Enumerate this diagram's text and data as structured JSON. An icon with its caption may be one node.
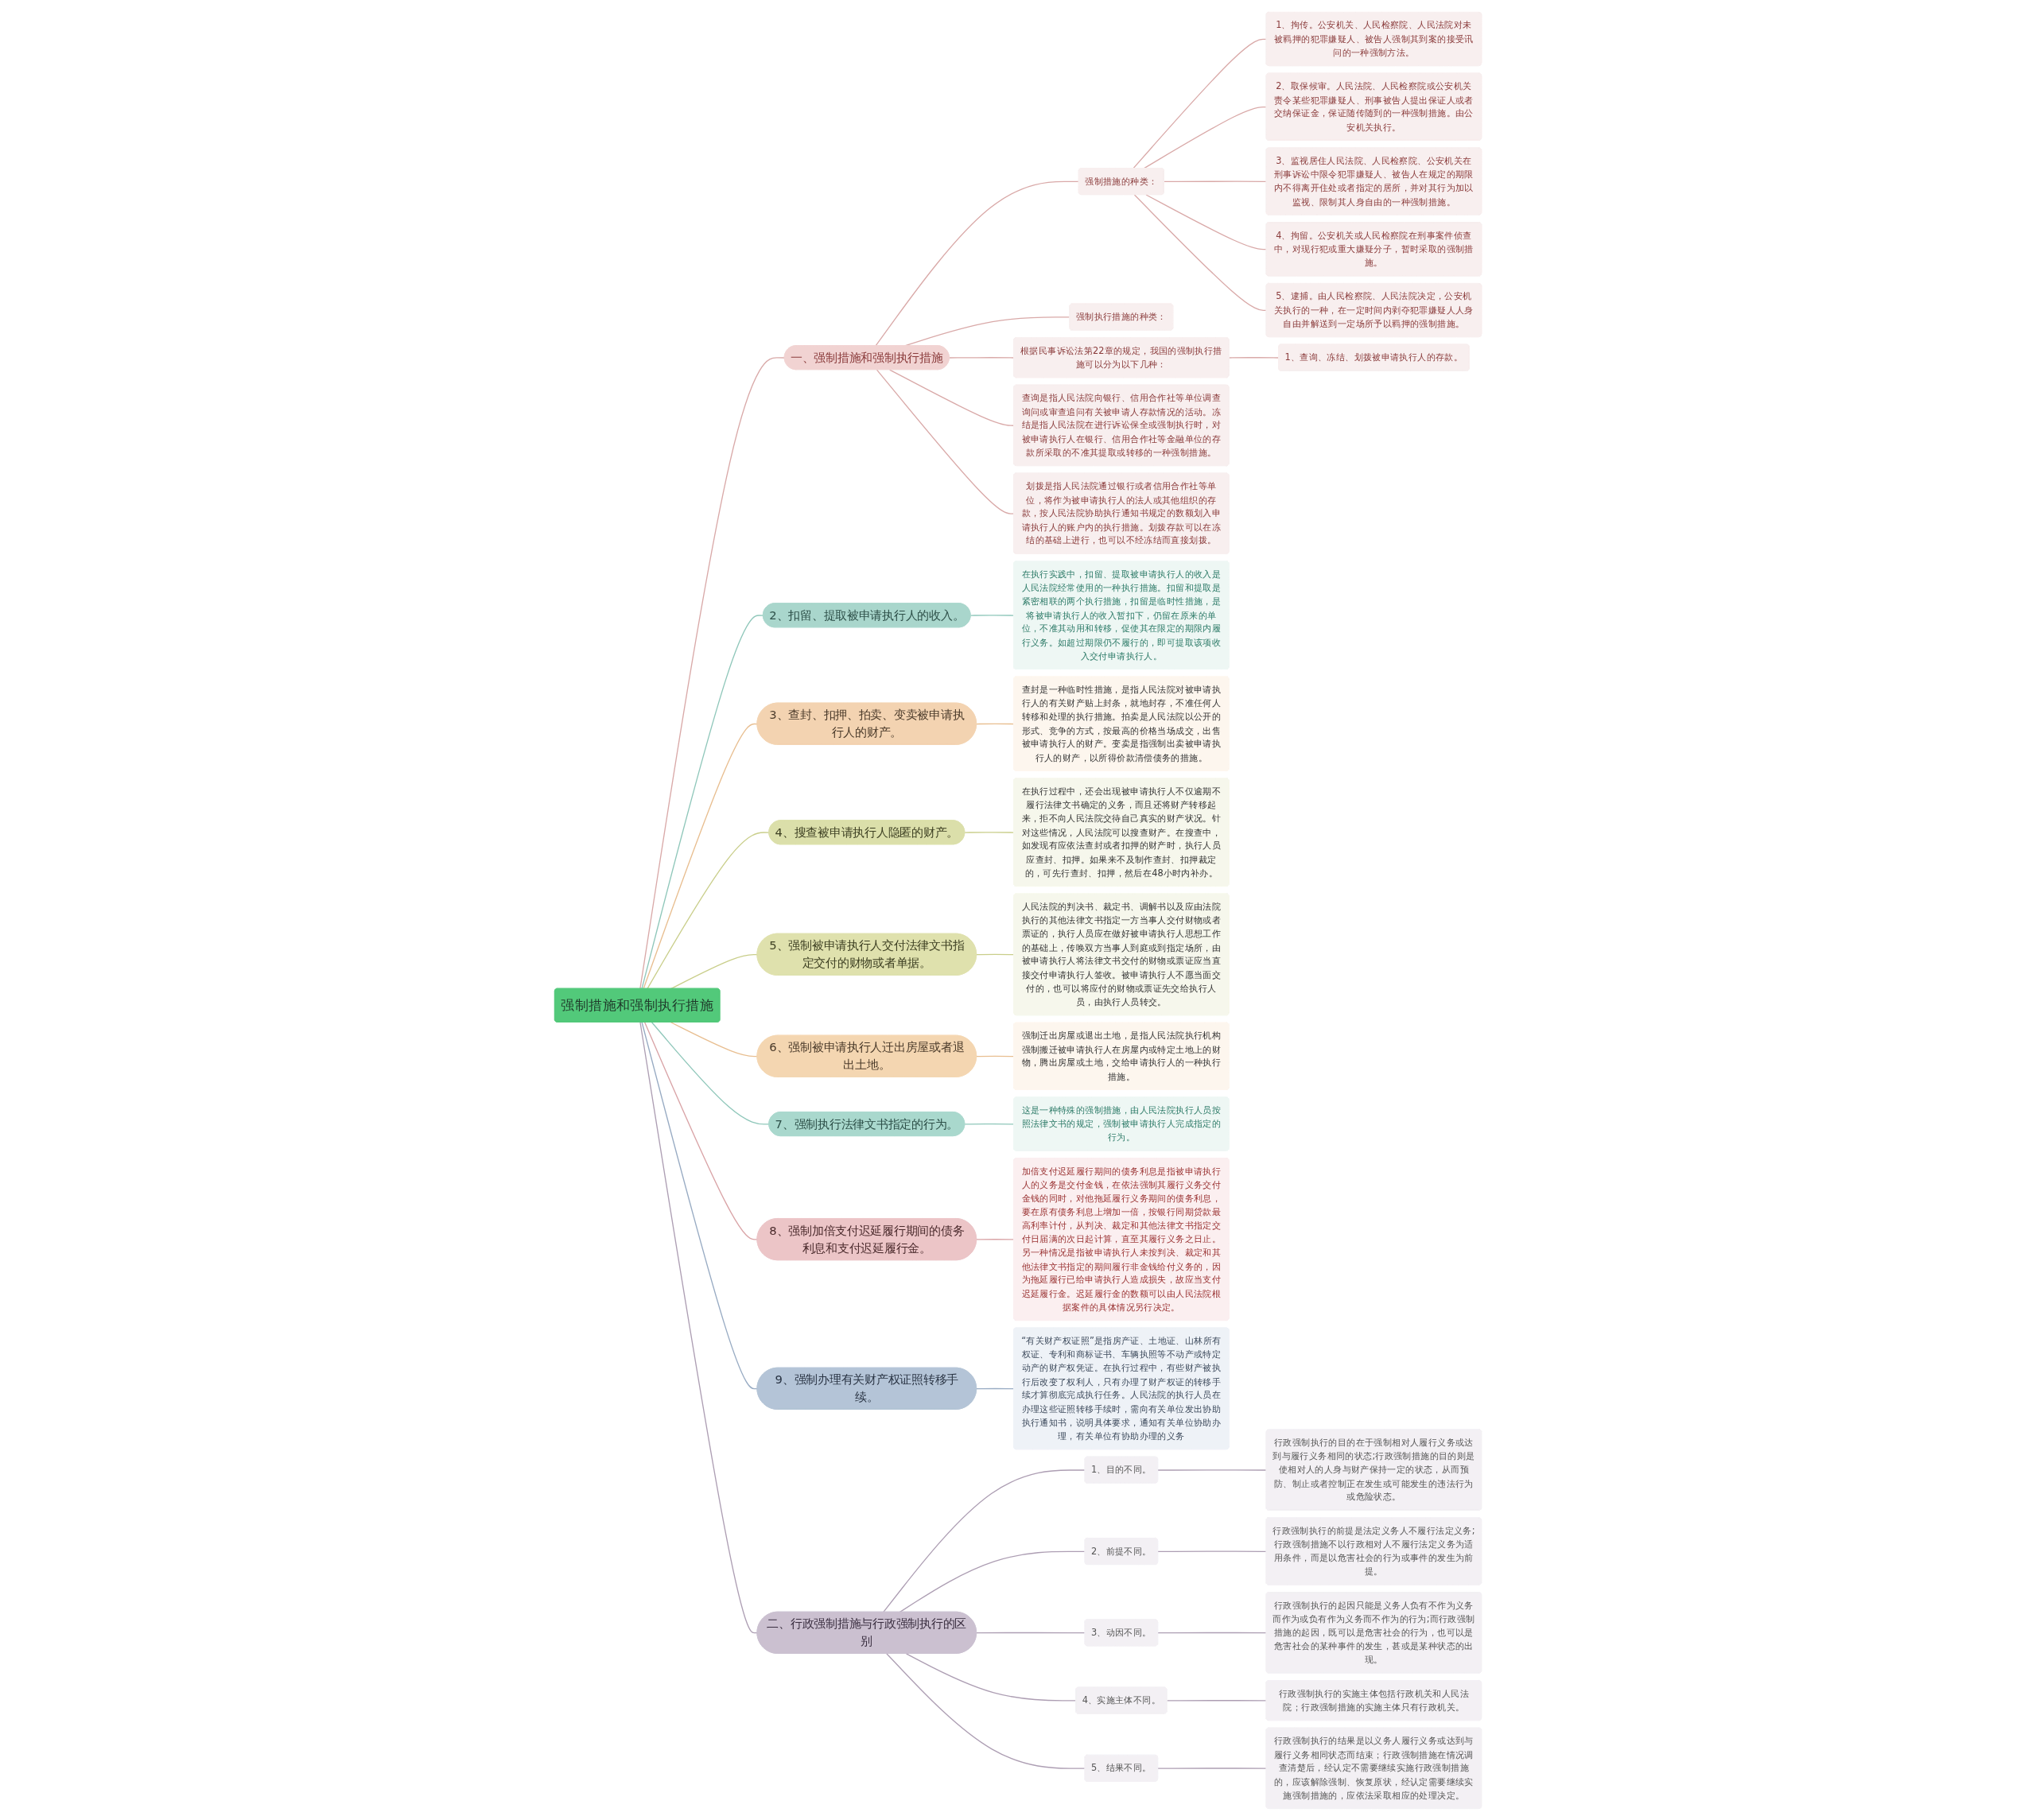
{
  "diagram": {
    "nodes": [
      {
        "text": [
          "强制措施和强制执行措施"
        ]
      },
      {
        "text": [
          "一、强制措施和强制执行措施"
        ]
      },
      {
        "text": [
          "强制措施的种类："
        ]
      },
      {
        "text": [
          "1、拘传。公安机关、人民检察院、人民法院对未被羁押的犯罪嫌疑人、被告人强制其到案的接受讯问的一种强制方法。"
        ]
      },
      {
        "text": [
          "2、取保候审。人民法院、人民检察院或公安机关责令某些犯罪嫌疑人、刑事被告人提出保证人或者交纳保证金，保证随传随到的一种强制措施。由公安机关执行。"
        ]
      },
      {
        "text": [
          "3、监视居住人民法院、人民检察院、公安机关在刑事诉讼中限令犯罪嫌疑人、被告人在规定的期限内不得离开住处或者指定的居所，并对其行为加以监视、限制其人身自由的一种强制措施。"
        ]
      },
      {
        "text": [
          "4、拘留。公安机关或人民检察院在刑事案件侦查中，对现行犯或重大嫌疑分子，暂时采取的强制措施。"
        ]
      },
      {
        "text": [
          "5、逮捕。由人民检察院、人民法院决定，公安机关执行的一种，在一定时间内剥夺犯罪嫌疑人人身自由并解送到一定场所予以羁押的强制措施。"
        ]
      },
      {
        "text": [
          "强制执行措施的种类："
        ]
      },
      {
        "text": [
          "根据民事诉讼法第22章的规定，我国的强制执行措施可以分为以下几种："
        ]
      },
      {
        "text": [
          "1、查询、冻结、划拨被申请执行人的存款。"
        ]
      },
      {
        "text": [
          "查询是指人民法院向银行、信用合作社等单位调查询问或审查追问有关被申请人存款情况的活动。冻结是指人民法院在进行诉讼保全或强制执行时，对被申请执行人在银行、信用合作社等金融单位的存款所采取的不准其提取或转移的一种强制措施。"
        ]
      },
      {
        "text": [
          "划拨是指人民法院通过银行或者信用合作社等单位，将作为被申请执行人的法人或其他组织的存款，按人民法院协助执行通知书规定的数额划入申请执行人的账户内的执行措施。划拨存款可以在冻结的基础上进行，也可以不经冻结而直接划拨。"
        ]
      },
      {
        "text": [
          "2、扣留、提取被申请执行人的收入。"
        ]
      },
      {
        "text": [
          "在执行实践中，扣留、提取被申请执行人的收入是人民法院经常使用的一种执行措施。扣留和提取是紧密相联的两个执行措施，扣留是临时性措施，是将被申请执行人的收入暂扣下，仍留在原来的单位，不准其动用和转移，促使其在限定的期限内履行义务。如超过期限仍不履行的，即可提取该项收入交付申请执行人。"
        ]
      },
      {
        "text": [
          "3、查封、扣押、拍卖、变卖被申请执行人的财产。"
        ]
      },
      {
        "text": [
          "查封是一种临时性措施，是指人民法院对被申请执行人的有关财产贴上封条，就地封存，不准任何人转移和处理的执行措施。拍卖是人民法院以公开的形式、竞争的方式，按最高的价格当场成交，出售被申请执行人的财产。变卖是指强制出卖被申请执行人的财产，以所得价款清偿债务的措施。"
        ]
      },
      {
        "text": [
          "4、搜查被申请执行人隐匿的财产。"
        ]
      },
      {
        "text": [
          "在执行过程中，还会出现被申请执行人不仅逾期不履行法律文书确定的义务，而且还将财产转移起来，拒不向人民法院交待自己真实的财产状况。针对这些情况，人民法院可以搜查财产。在搜查中，如发现有应依法查封或者扣押的财产时，执行人员应查封、扣押。如果来不及制作查封、扣押裁定的，可先行查封、扣押，然后在48小时内补办。"
        ]
      },
      {
        "text": [
          "5、强制被申请执行人交付法律文书指定交付的财物或者单据。"
        ]
      },
      {
        "text": [
          "人民法院的判决书、裁定书、调解书以及应由法院执行的其他法律文书指定一方当事人交付财物或者票证的，执行人员应在做好被申请执行人思想工作的基础上，传唤双方当事人到庭或到指定场所，由被申请执行人将法律文书交付的财物或票证应当直接交付申请执行人签收。被申请执行人不愿当面交付的，也可以将应付的财物或票证先交给执行人员，由执行人员转交。"
        ]
      },
      {
        "text": [
          "6、强制被申请执行人迁出房屋或者退出土地。"
        ]
      },
      {
        "text": [
          "强制迁出房屋或退出土地，是指人民法院执行机构强制搬迁被申请执行人在房屋内或特定土地上的财物，腾出房屋或土地，交给申请执行人的一种执行措施。"
        ]
      },
      {
        "text": [
          "7、强制执行法律文书指定的行为。"
        ]
      },
      {
        "text": [
          "这是一种特殊的强制措施，由人民法院执行人员按照法律文书的规定，强制被申请执行人完成指定的行为。"
        ]
      },
      {
        "text": [
          "8、强制加倍支付迟延履行期间的债务利息和支付迟延履行金。"
        ]
      },
      {
        "text": [
          "加倍支付迟延履行期间的债务利息是指被申请执行人的义务是交付金钱，在依法强制其履行义务交付金钱的同时，对他拖延履行义务期间的债务利息，要在原有债务利息上增加一倍，按银行同期贷款最高利率计付，从判决、裁定和其他法律文书指定交付日届满的次日起计算，直至其履行义务之日止。另一种情况是指被申请执行人未按判决、裁定和其他法律文书指定的期间履行非金钱给付义务的，因为拖延履行已给申请执行人造成损失，故应当支付迟延履行金。迟延履行金的数额可以由人民法院根据案件的具体情况另行决定。"
        ]
      },
      {
        "text": [
          "9、强制办理有关财产权证照转移手续。"
        ]
      },
      {
        "text": [
          "“有关财产权证照”是指房产证、土地证、山林所有权证、专利和商标证书、车辆执照等不动产或特定动产的财产权凭证。在执行过程中，有些财产被执行后改变了权利人，只有办理了财产权证的转移手续才算彻底完成执行任务。人民法院的执行人员在办理这些证照转移手续时，需向有关单位发出协助执行通知书，说明具体要求，通知有关单位协助办理，有关单位有协助办理的义务"
        ]
      },
      {
        "text": [
          "二、行政强制措施与行政强制执行的区别"
        ]
      },
      {
        "text": [
          "1、目的不同。"
        ]
      },
      {
        "text": [
          "行政强制执行的目的在于强制相对人履行义务或达到与履行义务相同的状态;行政强制措施的目的则是使相对人的人身与财产保持一定的状态，从而预防、制止或者控制正在发生或可能发生的违法行为或危险状态。"
        ]
      },
      {
        "text": [
          "2、前提不同。"
        ]
      },
      {
        "text": [
          "行政强制执行的前提是法定义务人不履行法定义务;行政强制措施不以行政相对人不履行法定义务为适用条件，而是以危害社会的行为或事件的发生为前提。"
        ]
      },
      {
        "text": [
          "3、动因不同。"
        ]
      },
      {
        "text": [
          "行政强制执行的起因只能是义务人负有不作为义务而作为或负有作为义务而不作为的行为;而行政强制措施的起因，既可以是危害社会的行为，也可以是危害社会的某种事件的发生，甚或是某种状态的出现。"
        ]
      },
      {
        "text": [
          "4、实施主体不同。"
        ]
      },
      {
        "text": [
          "行政强制执行的实施主体包括行政机关和人民法院；行政强制措施的实施主体只有行政机关。"
        ]
      },
      {
        "text": [
          "5、结果不同。"
        ]
      },
      {
        "text": [
          "行政强制执行的结果是以义务人履行义务或达到与履行义务相同状态而结束；行政强制措施在情况调查清楚后，经认定不需要继续实施行政强制措施的，应该解除强制、恢复原状，经认定需要继续实施强制措施的，应依法采取相应的处理决定。"
        ]
      }
    ],
    "edges": [
      {
        "from": 0,
        "to": 1,
        "arrow": "none"
      },
      {
        "from": 1,
        "to": 2,
        "arrow": "none"
      },
      {
        "from": 2,
        "to": 3,
        "arrow": "none"
      },
      {
        "from": 2,
        "to": 4,
        "arrow": "none"
      },
      {
        "from": 2,
        "to": 5,
        "arrow": "none"
      },
      {
        "from": 2,
        "to": 6,
        "arrow": "none"
      },
      {
        "from": 2,
        "to": 7,
        "arrow": "none"
      },
      {
        "from": 1,
        "to": 8,
        "arrow": "none"
      },
      {
        "from": 1,
        "to": 9,
        "arrow": "none"
      },
      {
        "from": 9,
        "to": 10,
        "arrow": "none"
      },
      {
        "from": 1,
        "to": 11,
        "arrow": "none"
      },
      {
        "from": 1,
        "to": 12,
        "arrow": "none"
      },
      {
        "from": 0,
        "to": 13,
        "arrow": "none"
      },
      {
        "from": 13,
        "to": 14,
        "arrow": "none"
      },
      {
        "from": 0,
        "to": 15,
        "arrow": "none"
      },
      {
        "from": 15,
        "to": 16,
        "arrow": "none"
      },
      {
        "from": 0,
        "to": 17,
        "arrow": "none"
      },
      {
        "from": 17,
        "to": 18,
        "arrow": "none"
      },
      {
        "from": 0,
        "to": 19,
        "arrow": "none"
      },
      {
        "from": 19,
        "to": 20,
        "arrow": "none"
      },
      {
        "from": 0,
        "to": 21,
        "arrow": "none"
      },
      {
        "from": 21,
        "to": 22,
        "arrow": "none"
      },
      {
        "from": 0,
        "to": 23,
        "arrow": "none"
      },
      {
        "from": 23,
        "to": 24,
        "arrow": "none"
      },
      {
        "from": 0,
        "to": 25,
        "arrow": "none"
      },
      {
        "from": 25,
        "to": 26,
        "arrow": "none"
      },
      {
        "from": 0,
        "to": 27,
        "arrow": "none"
      },
      {
        "from": 27,
        "to": 28,
        "arrow": "none"
      },
      {
        "from": 0,
        "to": 29,
        "arrow": "none"
      },
      {
        "from": 29,
        "to": 30,
        "arrow": "none"
      },
      {
        "from": 30,
        "to": 31,
        "arrow": "none"
      },
      {
        "from": 29,
        "to": 32,
        "arrow": "none"
      },
      {
        "from": 32,
        "to": 33,
        "arrow": "none"
      },
      {
        "from": 29,
        "to": 34,
        "arrow": "none"
      },
      {
        "from": 34,
        "to": 35,
        "arrow": "none"
      },
      {
        "from": 29,
        "to": 36,
        "arrow": "none"
      },
      {
        "from": 36,
        "to": 37,
        "arrow": "none"
      },
      {
        "from": 29,
        "to": 38,
        "arrow": "none"
      },
      {
        "from": 38,
        "to": 39,
        "arrow": "none"
      }
    ]
  }
}
